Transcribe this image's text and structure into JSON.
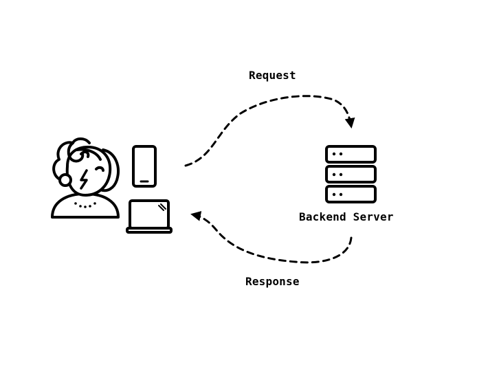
{
  "labels": {
    "request": "Request",
    "response": "Response",
    "server": "Backend Server"
  },
  "icons": {
    "user": "user-avatar-icon",
    "phone": "smartphone-icon",
    "laptop": "laptop-icon",
    "server": "server-stack-icon"
  },
  "colors": {
    "stroke": "#000000",
    "background": "#ffffff"
  }
}
